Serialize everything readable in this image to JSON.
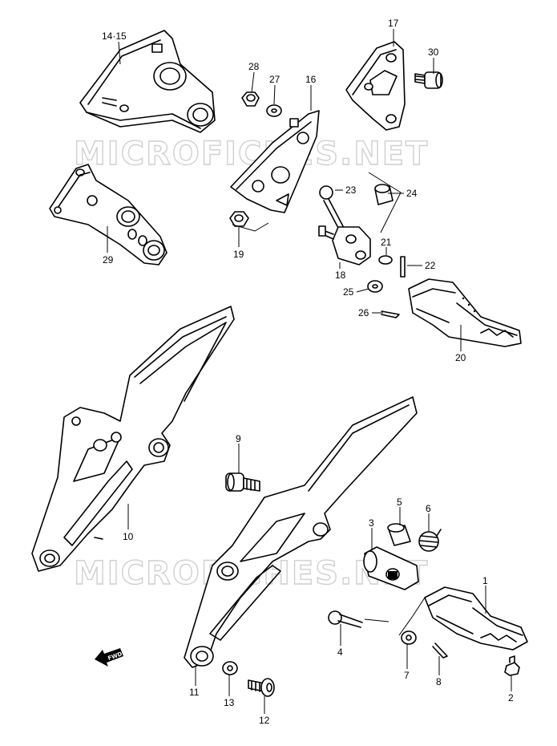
{
  "watermark": "MICROFICHES.NET",
  "fwd_label": "FWD",
  "callouts": [
    {
      "id": "c-14-15",
      "label": "14·15"
    },
    {
      "id": "c-17",
      "label": "17"
    },
    {
      "id": "c-28",
      "label": "28"
    },
    {
      "id": "c-27",
      "label": "27"
    },
    {
      "id": "c-16",
      "label": "16"
    },
    {
      "id": "c-30",
      "label": "30"
    },
    {
      "id": "c-23",
      "label": "23"
    },
    {
      "id": "c-24",
      "label": "24"
    },
    {
      "id": "c-29",
      "label": "29"
    },
    {
      "id": "c-19",
      "label": "19"
    },
    {
      "id": "c-21",
      "label": "21"
    },
    {
      "id": "c-22",
      "label": "22"
    },
    {
      "id": "c-18",
      "label": "18"
    },
    {
      "id": "c-25",
      "label": "25"
    },
    {
      "id": "c-26",
      "label": "26"
    },
    {
      "id": "c-20",
      "label": "20"
    },
    {
      "id": "c-9",
      "label": "9"
    },
    {
      "id": "c-10",
      "label": "10"
    },
    {
      "id": "c-5",
      "label": "5"
    },
    {
      "id": "c-6",
      "label": "6"
    },
    {
      "id": "c-3",
      "label": "3"
    },
    {
      "id": "c-1",
      "label": "1"
    },
    {
      "id": "c-4",
      "label": "4"
    },
    {
      "id": "c-7",
      "label": "7"
    },
    {
      "id": "c-8",
      "label": "8"
    },
    {
      "id": "c-11",
      "label": "11"
    },
    {
      "id": "c-13",
      "label": "13"
    },
    {
      "id": "c-12",
      "label": "12"
    },
    {
      "id": "c-2",
      "label": "2"
    }
  ]
}
